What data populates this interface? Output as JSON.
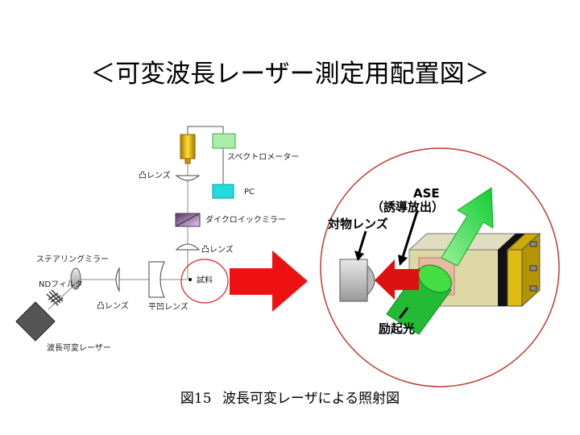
{
  "title": "＜可変波長レーザー測定用配置図＞",
  "caption": {
    "figure_no": "図15",
    "text": "波長可変レーザによる照射図"
  },
  "setup_labels": {
    "spectrometer": "スペクトロメーター",
    "pc": "PC",
    "convex_lens_top": "凸レンズ",
    "dichroic_mirror": "ダイクロイックミラー",
    "convex_lens_mid": "凸レンズ",
    "steering_mirror": "ステアリングミラー",
    "nd_filter": "NDフィルタ",
    "convex_lens_low": "凸レンズ",
    "plano_concave_lens": "平凹レンズ",
    "sample": "試料",
    "tunable_laser": "波長可変レーザー"
  },
  "detail_labels": {
    "objective_lens": "対物レンズ",
    "ase": "ASE",
    "ase_sub": "（誘導放出）",
    "excitation_light": "励起光"
  },
  "colors": {
    "big_arrow": "#ee1111",
    "circle": "#c0392b",
    "green_beam": "#22cc33",
    "pc_box": "#22dddd",
    "spectro_box": "#aaeeaa",
    "detector": "#ddaa00"
  }
}
